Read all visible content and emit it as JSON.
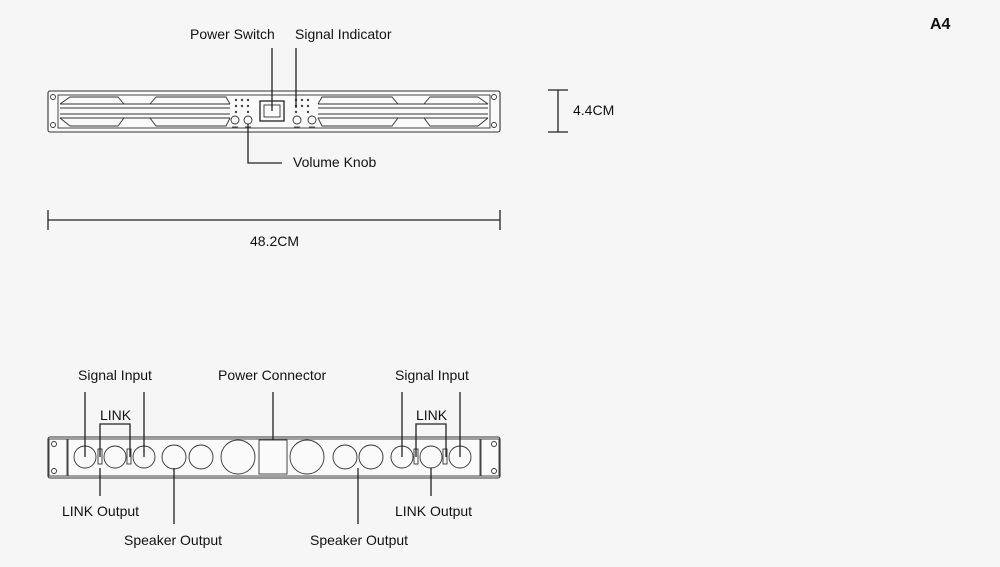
{
  "page_tag": "A4",
  "front": {
    "power_switch": "Power Switch",
    "signal_indicator": "Signal Indicator",
    "volume_knob": "Volume Knob",
    "height": "4.4CM",
    "width": "48.2CM"
  },
  "rear": {
    "signal_input_left": "Signal Input",
    "link_left": "LINK",
    "link_output_left": "LINK Output",
    "speaker_output_left": "Speaker Output",
    "power_connector": "Power Connector",
    "speaker_output_right": "Speaker Output",
    "signal_input_right": "Signal Input",
    "link_right": "LINK",
    "link_output_right": "LINK Output"
  },
  "colors": {
    "line": "#222222",
    "background": "#f6f6f6"
  }
}
